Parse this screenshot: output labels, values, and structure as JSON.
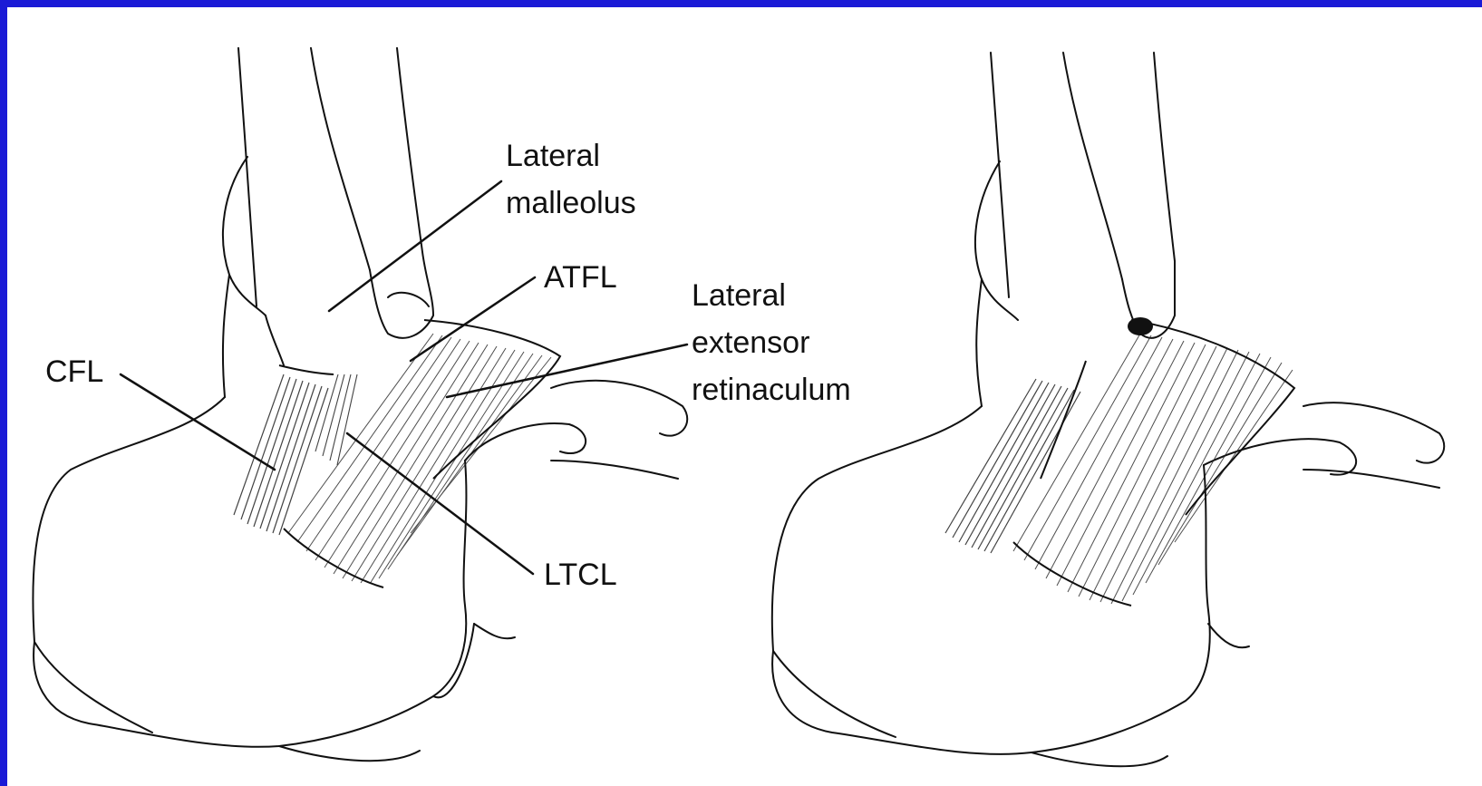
{
  "colors": {
    "border": "#1a1ad6",
    "background": "#ffffff",
    "ink": "#111111"
  },
  "figures": [
    {
      "name": "labeled-ankle",
      "labels": {
        "lateral_malleolus": [
          "Lateral",
          "malleolus"
        ],
        "atfl": "ATFL",
        "lateral_extensor_retinaculum": [
          "Lateral",
          "extensor",
          "retinaculum"
        ],
        "cfl": "CFL",
        "ltcl": "LTCL"
      }
    },
    {
      "name": "unlabeled-ankle"
    }
  ]
}
